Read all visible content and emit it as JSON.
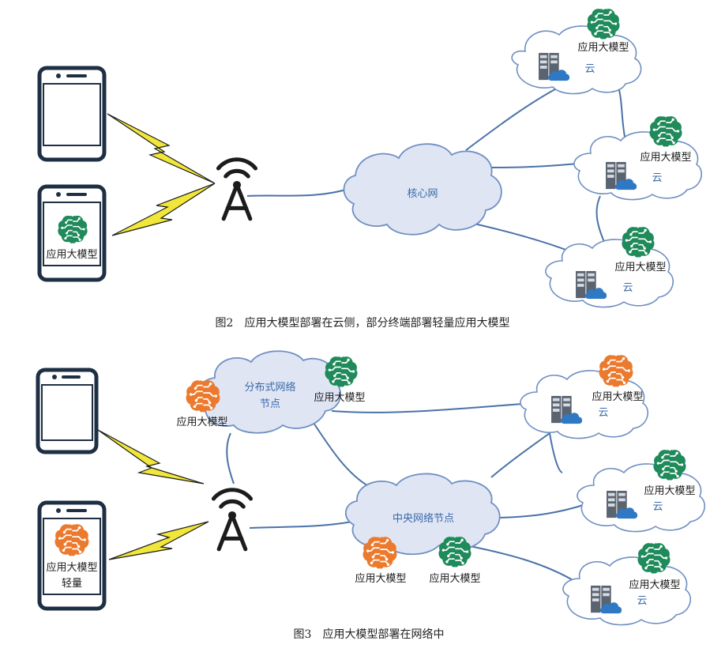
{
  "figure2": {
    "caption": "图2　应用大模型部署在云侧，部分终端部署轻量应用大模型",
    "phone_model_label": "应用大模型",
    "core_network_label": "核心网",
    "clouds": [
      {
        "model_label": "应用大模型",
        "cloud_label": "云"
      },
      {
        "model_label": "应用大模型",
        "cloud_label": "云"
      },
      {
        "model_label": "应用大模型",
        "cloud_label": "云"
      }
    ]
  },
  "figure3": {
    "caption": "图3　应用大模型部署在网络中",
    "phone_model_label_1": "应用大模型",
    "phone_model_label_2": "轻量",
    "distributed_node_label_1": "分布式网络",
    "distributed_node_label_2": "节点",
    "distributed_models": [
      "应用大模型",
      "应用大模型"
    ],
    "central_node_label": "中央网络节点",
    "central_models": [
      "应用大模型",
      "应用大模型"
    ],
    "clouds": [
      {
        "model_label": "应用大模型",
        "cloud_label": "云"
      },
      {
        "model_label": "应用大模型",
        "cloud_label": "云"
      },
      {
        "model_label": "应用大模型",
        "cloud_label": "云"
      }
    ]
  },
  "colors": {
    "line": "#4a72a8",
    "cloud_stroke": "#6f8fc2",
    "cloud_fill": "#dfe5f3",
    "brain_green": "#1f8a5a",
    "brain_orange": "#ec7a2e",
    "lightning": "#f1e63a",
    "device": "#1e2f44"
  }
}
